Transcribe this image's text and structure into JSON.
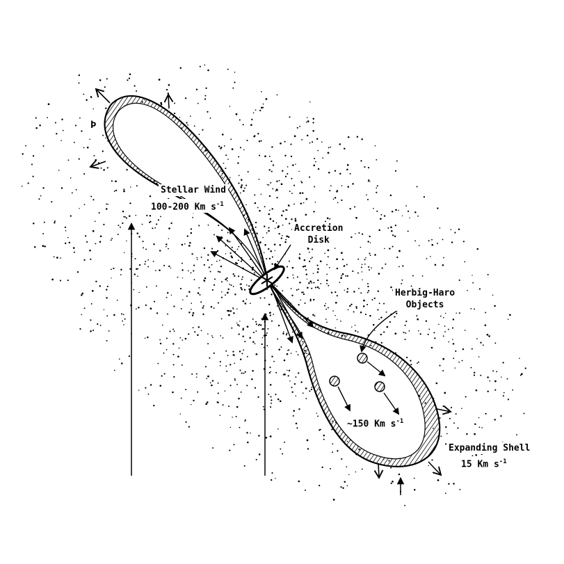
{
  "labels": {
    "stellar_wind": "Stellar Wind",
    "wind_speed_value": "100-200 Km s",
    "wind_speed_exp": "-1",
    "accretion_line1": "Accretion",
    "accretion_line2": "Disk",
    "hh_line1": "Herbig-Haro",
    "hh_line2": "Objects",
    "jet_speed_value": "~150 Km s",
    "jet_speed_exp": "-1",
    "shell_title": "Expanding Shell",
    "shell_speed_value": "15 Km s",
    "shell_speed_exp": "-1",
    "corner_glyph": "Þ"
  },
  "colors": {
    "ink": "#000000",
    "paper": "#ffffff"
  }
}
